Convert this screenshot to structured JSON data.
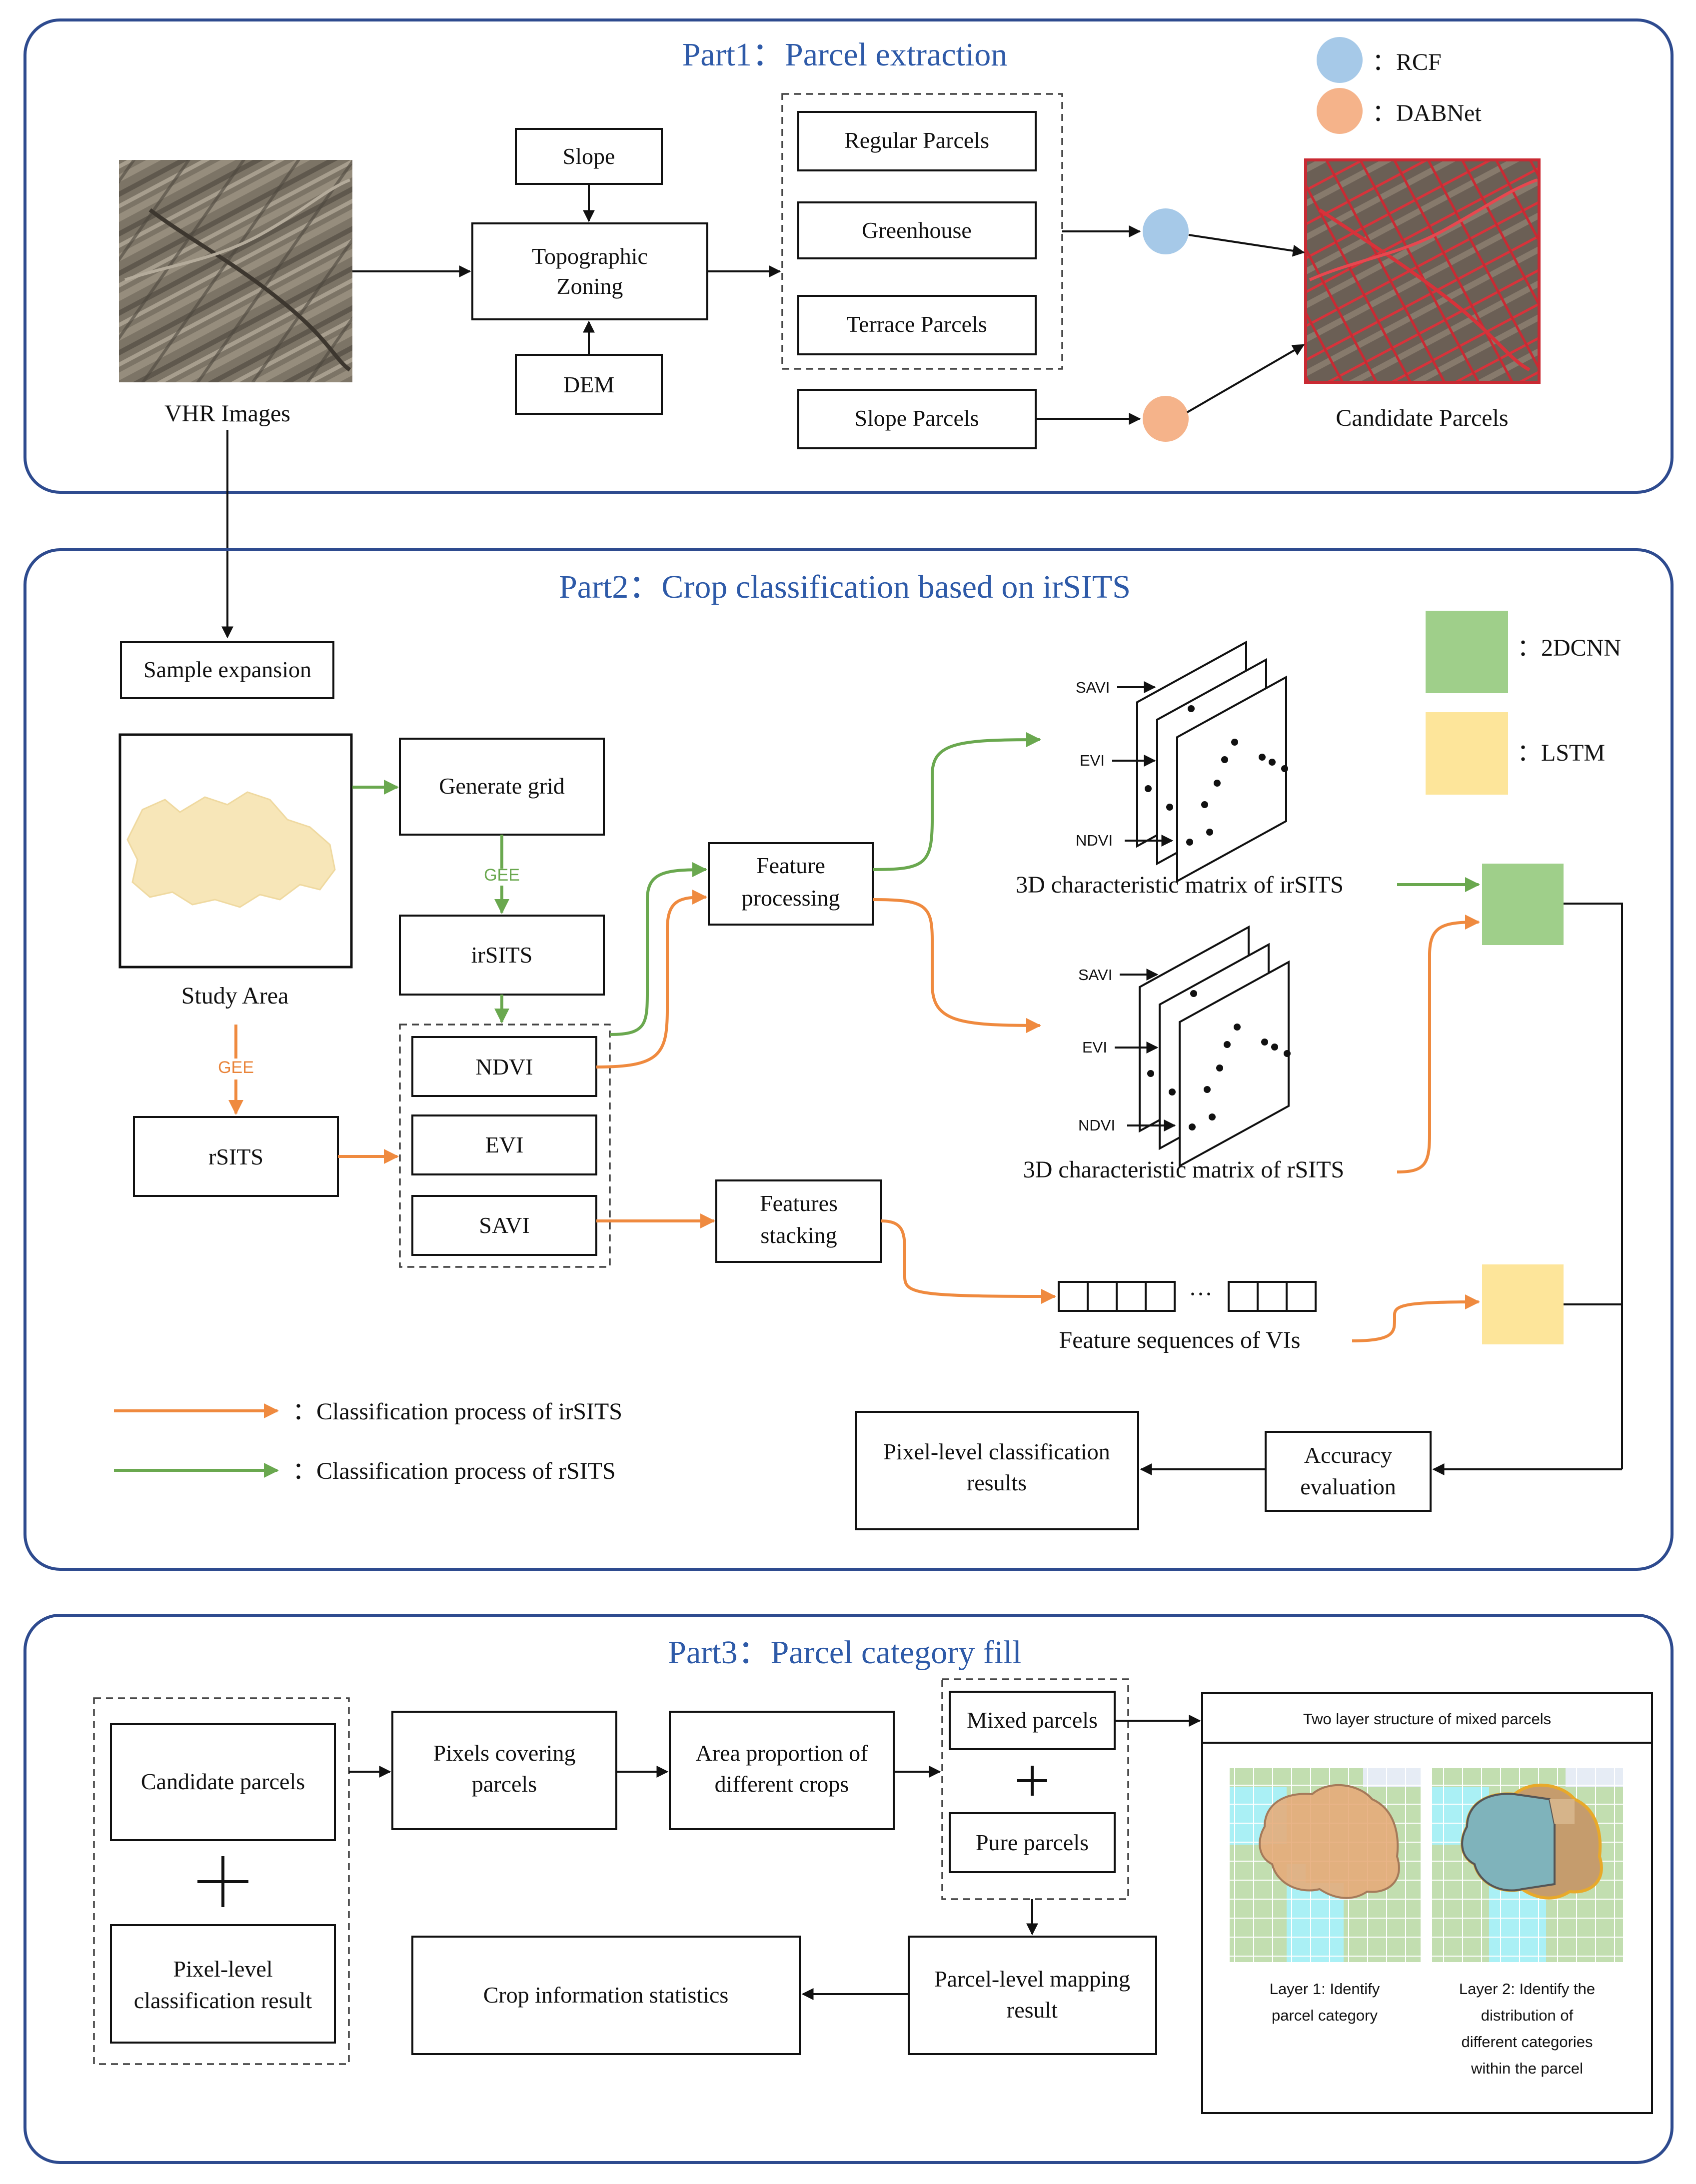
{
  "part1": {
    "title": "Part1：Parcel extraction",
    "legend": [
      {
        "label": "：RCF",
        "color": "#a6c9e8"
      },
      {
        "label": "：DABNet",
        "color": "#f5b38a"
      }
    ],
    "vhr_label": "VHR Images",
    "slope": "Slope",
    "topo_line1": "Topographic",
    "topo_line2": "Zoning",
    "dem": "DEM",
    "regular": "Regular Parcels",
    "greenhouse": "Greenhouse",
    "terrace": "Terrace Parcels",
    "slope_parcels": "Slope Parcels",
    "candidate": "Candidate Parcels"
  },
  "part2": {
    "title": "Part2：Crop classification based on irSITS",
    "legend": [
      {
        "label": "：2DCNN",
        "color": "#9fcf8a"
      },
      {
        "label": "：LSTM",
        "color": "#fde59a"
      }
    ],
    "sample_expansion": "Sample expansion",
    "study_area": "Study Area",
    "generate_grid": "Generate grid",
    "gee": "GEE",
    "irsits": "irSITS",
    "rsits": "rSITS",
    "ndvi": "NDVI",
    "evi": "EVI",
    "savi": "SAVI",
    "feature_processing_1": "Feature",
    "feature_processing_2": "processing",
    "features_stacking_1": "Features",
    "features_stacking_2": "stacking",
    "matrix_irsits": "3D characteristic matrix of irSITS",
    "matrix_rsits": "3D characteristic matrix of rSITS",
    "axis_savi": "SAVI",
    "axis_evi": "EVI",
    "axis_ndvi": "NDVI",
    "feature_sequences": "Feature sequences of VIs",
    "ellipsis": "···",
    "legend_orange": "：Classification process of irSITS",
    "legend_green": "：Classification process of rSITS",
    "pixel_results_1": "Pixel-level classification",
    "pixel_results_2": "results",
    "accuracy_1": "Accuracy",
    "accuracy_2": "evaluation",
    "colors": {
      "green": "#6aa84f",
      "orange": "#ef8a3f"
    }
  },
  "part3": {
    "title": "Part3：Parcel category fill",
    "candidate_parcels": "Candidate parcels",
    "pixel_level_1": "Pixel-level",
    "pixel_level_2": "classification result",
    "pixels_covering_1": "Pixels covering",
    "pixels_covering_2": "parcels",
    "area_prop_1": "Area proportion of",
    "area_prop_2": "different crops",
    "mixed": "Mixed parcels",
    "pure": "Pure parcels",
    "mapping_1": "Parcel-level mapping",
    "mapping_2": "result",
    "crop_stats": "Crop information statistics",
    "two_layer_title": "Two layer structure of mixed parcels",
    "layer1_1": "Layer 1: Identify",
    "layer1_2": "parcel category",
    "layer2_1": "Layer 2: Identify the",
    "layer2_2": "distribution of",
    "layer2_3": "different categories",
    "layer2_4": "within the parcel"
  }
}
